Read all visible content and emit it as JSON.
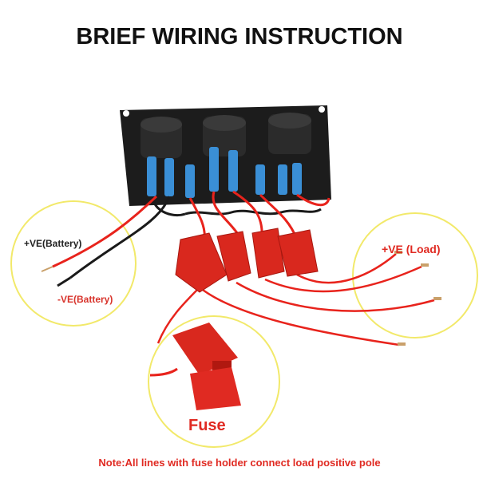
{
  "title": "BRIEF WIRING INSTRUCTION",
  "callouts": {
    "positive_battery": "+VE(Battery)",
    "negative_battery": "-VE(Battery)",
    "positive_load": "+VE (Load)",
    "fuse": "Fuse"
  },
  "note": "Note:All lines with fuse holder connect load positive pole",
  "colors": {
    "callout_circle": "#f2e96a",
    "wire_red": "#e8231c",
    "wire_black": "#1a1a1a",
    "panel": "#1c1c1c",
    "terminal_blue": "#3a8fd6",
    "accent_text": "#e02a22"
  }
}
